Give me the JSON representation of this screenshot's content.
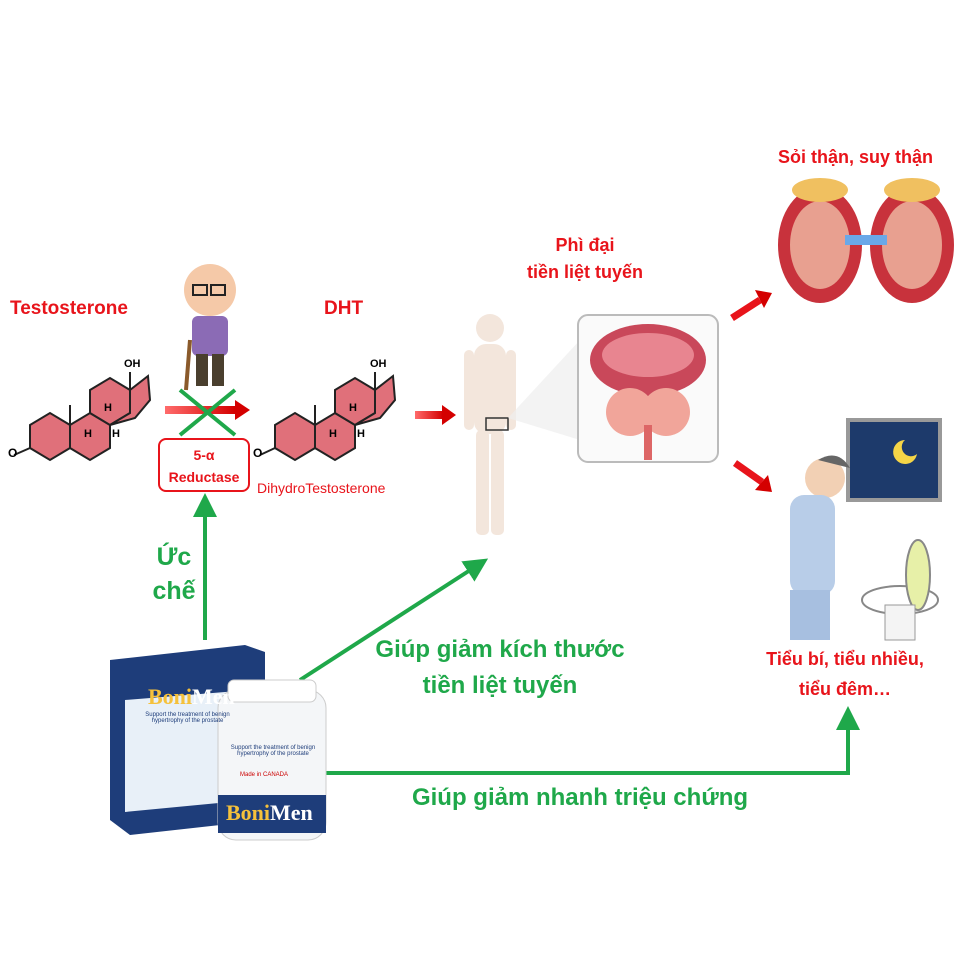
{
  "labels": {
    "testosterone": "Testosterone",
    "dht": "DHT",
    "dht_full": "DihydroTestosterone",
    "enzyme_line1": "5-α",
    "enzyme_line2": "Reductase",
    "inhibit_line1": "Ức",
    "inhibit_line2": "chế",
    "bph_line1": "Phì đại",
    "bph_line2": "tiền liệt tuyến",
    "kidney": "Sỏi thận, suy thận",
    "urinary_line1": "Tiểu bí, tiểu nhiều,",
    "urinary_line2": "tiểu đêm…",
    "reduce_size_line1": "Giúp giảm kích thước",
    "reduce_size_line2": "tiền liệt tuyến",
    "reduce_symptoms": "Giúp giảm nhanh triệu chứng",
    "oh": "OH",
    "h": "H",
    "o": "O"
  },
  "product": {
    "brand_a": "Boni",
    "brand_b": "Men",
    "tagline": "Support the treatment of benign hypertrophy of the prostate",
    "origin": "Made in CANADA"
  },
  "colors": {
    "red": "#e8141b",
    "green": "#1fa84a",
    "ring_fill": "#e0707a"
  }
}
